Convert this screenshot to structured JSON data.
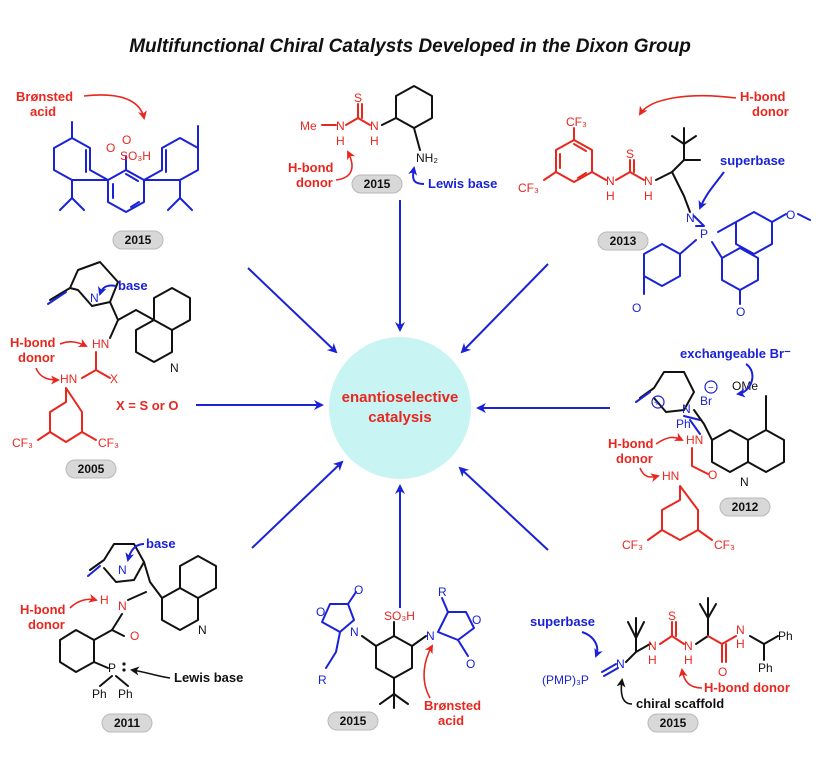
{
  "title": "Multifunctional Chiral Catalysts Developed in the Dixon Group",
  "center": {
    "line1": "enantioselective",
    "line2": "catalysis",
    "color": "#c8f4f4"
  },
  "colors": {
    "red": "#e8271f",
    "blue": "#1a22d8",
    "black": "#111111"
  },
  "catalysts": [
    {
      "year": "2015",
      "labels": [
        "Brønsted",
        "acid"
      ],
      "atoms": [
        "SO₃H",
        "O",
        "O"
      ]
    },
    {
      "year": "2015",
      "labels": [
        "H-bond",
        "donor",
        "Lewis base"
      ],
      "atoms": [
        "Me",
        "N",
        "H",
        "N",
        "H",
        "S",
        "NH₂"
      ]
    },
    {
      "year": "2013",
      "labels": [
        "H-bond",
        "donor",
        "superbase"
      ],
      "atoms": [
        "CF₃",
        "CF₃",
        "S",
        "N",
        "H",
        "N",
        "H",
        "N",
        "P",
        "O",
        "O",
        "O"
      ]
    },
    {
      "year": "2005",
      "labels": [
        "base",
        "H-bond",
        "donor",
        "X = S or O"
      ],
      "atoms": [
        "N",
        "HN",
        "HN",
        "X",
        "N",
        "CF₃",
        "CF₃"
      ]
    },
    {
      "year": "2012",
      "labels": [
        "exchangeable Br⁻",
        "H-bond",
        "donor"
      ],
      "atoms": [
        "OMe",
        "Br",
        "N",
        "Ph",
        "HN",
        "HN",
        "O",
        "N",
        "CF₃",
        "CF₃"
      ]
    },
    {
      "year": "2011",
      "labels": [
        "base",
        "H-bond",
        "donor",
        "Lewis base"
      ],
      "atoms": [
        "N",
        "H",
        "N",
        "O",
        "N",
        "P",
        "Ph",
        "Ph"
      ]
    },
    {
      "year": "2015",
      "labels": [
        "Brønsted",
        "acid"
      ],
      "atoms": [
        "O",
        "O",
        "N",
        "R",
        "SO₃H",
        "R",
        "N",
        "O",
        "O"
      ]
    },
    {
      "year": "2015",
      "labels": [
        "superbase",
        "H-bond donor",
        "chiral scaffold"
      ],
      "atoms": [
        "(PMP)₃P",
        "N",
        "N",
        "H",
        "S",
        "N",
        "H",
        "N",
        "H",
        "O",
        "Ph",
        "Ph"
      ]
    }
  ]
}
